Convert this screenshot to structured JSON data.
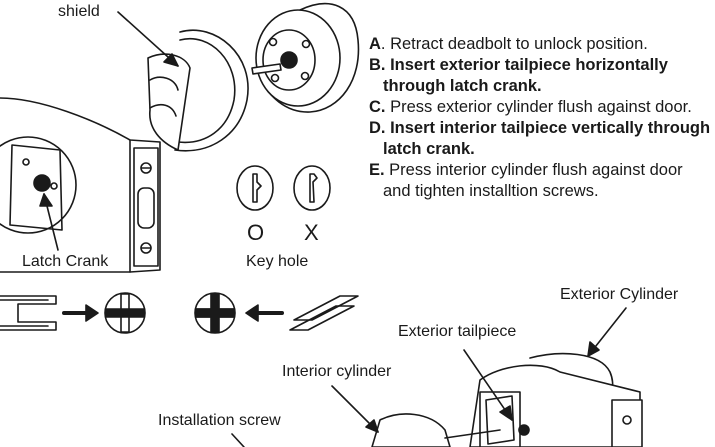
{
  "labels": {
    "shield": "shield",
    "latch_crank": "Latch Crank",
    "key_hole": "Key hole",
    "exterior_cylinder": "Exterior Cylinder",
    "exterior_tailpiece": "Exterior tailpiece",
    "interior_cylinder": "Interior cylinder",
    "installation_screw": "Installation screw"
  },
  "keyhole_marks": {
    "correct": "O",
    "incorrect": "X"
  },
  "steps": [
    {
      "letter": "A",
      "text": ". Retract deadbolt to unlock position.",
      "bold": false
    },
    {
      "letter": "B.",
      "text": " Insert exterior tailpiece horizontally through latch crank.",
      "bold": true
    },
    {
      "letter": "C.",
      "text": " Press exterior cylinder flush against door.",
      "bold": false
    },
    {
      "letter": "D.",
      "text": " Insert interior tailpiece vertically through latch crank.",
      "bold": true
    },
    {
      "letter": "E.",
      "text": " Press interior cylinder flush against door and tighten installtion screws.",
      "bold": false
    }
  ]
}
